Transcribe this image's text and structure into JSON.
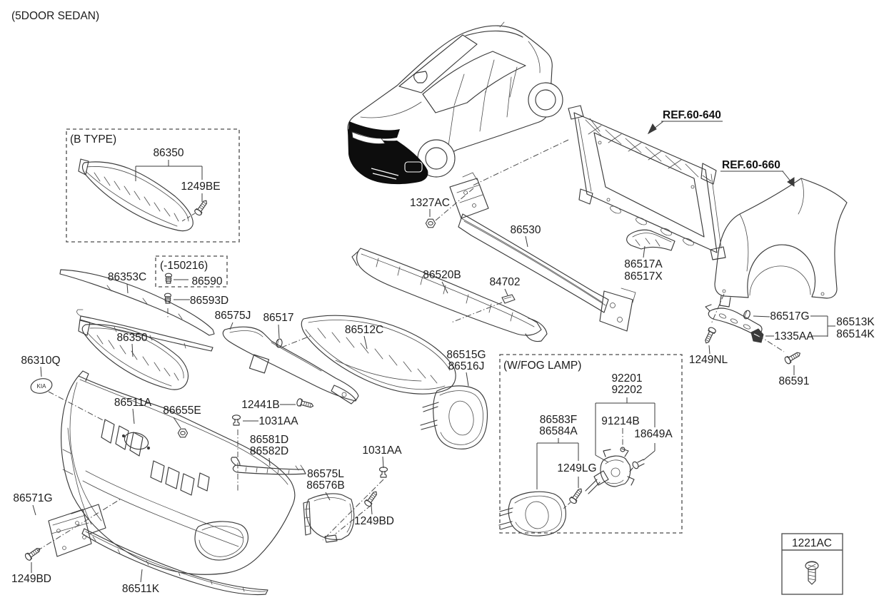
{
  "page": {
    "title": "(5DOOR SEDAN)"
  },
  "colors": {
    "line": "#3a3a3a",
    "text": "#1c1c1c",
    "highlight": "#0d0d0d",
    "background": "#ffffff"
  },
  "sections": {
    "b_type": "(B TYPE)",
    "date_note": "(-150216)",
    "fog_lamp": "(W/FOG LAMP)"
  },
  "badge": "KIA",
  "refs": {
    "ref_640": "REF.60-640",
    "ref_660": "REF.60-660"
  },
  "fastener_box": {
    "label": "1221AC"
  },
  "parts": {
    "p86350_b": "86350",
    "p1249be": "1249BE",
    "p86353c": "86353C",
    "p86590": "86590",
    "p86593d": "86593D",
    "p86575j": "86575J",
    "p86517": "86517",
    "p86512c": "86512C",
    "p86350": "86350",
    "p86310q": "86310Q",
    "p86511a": "86511A",
    "p86655e": "86655E",
    "p12441b": "12441B",
    "p1031aa_a": "1031AA",
    "p86581d": "86581D",
    "p86582d": "86582D",
    "p1031aa_b": "1031AA",
    "p86575l": "86575L",
    "p86576b": "86576B",
    "p1249bd_a": "1249BD",
    "p1249bd_b": "1249BD",
    "p86571g": "86571G",
    "p86511k": "86511K",
    "p1327ac": "1327AC",
    "p86530": "86530",
    "p86520b": "86520B",
    "p84702": "84702",
    "p86515g": "86515G",
    "p86516j": "86516J",
    "p86517a": "86517A",
    "p86517x": "86517X",
    "p86517g": "86517G",
    "p86513k": "86513K",
    "p86514k": "86514K",
    "p1335aa": "1335AA",
    "p1249nl": "1249NL",
    "p86591": "86591",
    "p92201": "92201",
    "p92202": "92202",
    "p91214b": "91214B",
    "p18649a": "18649A",
    "p86583f": "86583F",
    "p86584a": "86584A",
    "p1249lg": "1249LG"
  }
}
